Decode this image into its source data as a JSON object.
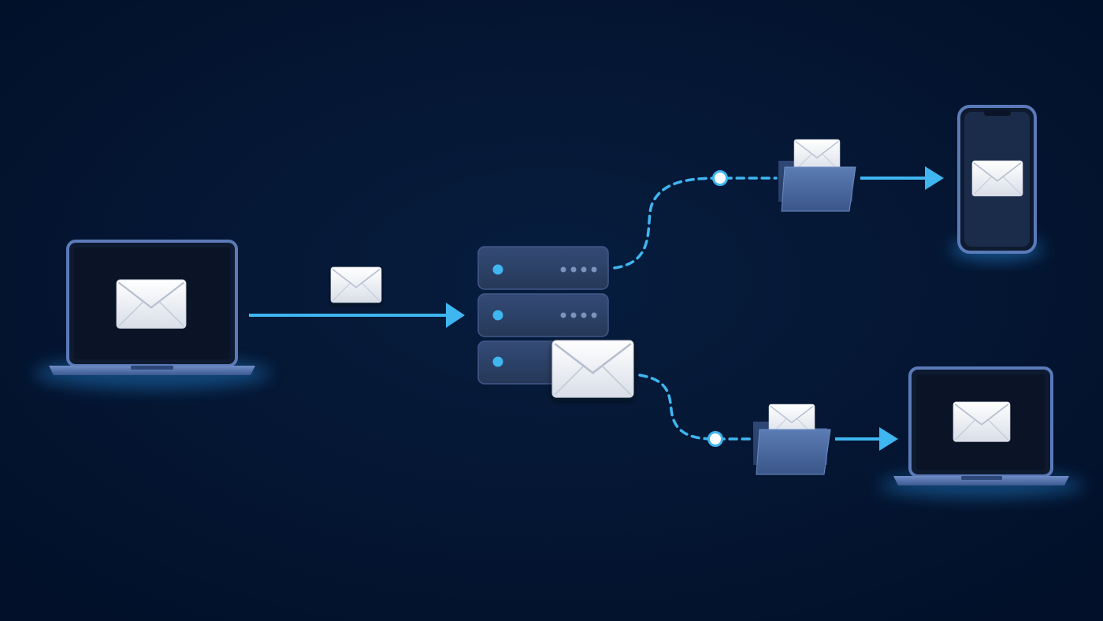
{
  "diagram": {
    "description_hidden": "",
    "nodes": [
      {
        "id": "sender",
        "kind": "laptop",
        "icon": "envelope-icon"
      },
      {
        "id": "mail-server",
        "kind": "server-stack",
        "units": 3
      },
      {
        "id": "mailbox-phone",
        "kind": "folder",
        "icon": "envelope-icon"
      },
      {
        "id": "mailbox-laptop",
        "kind": "folder",
        "icon": "envelope-icon"
      },
      {
        "id": "recipient-phone",
        "kind": "smartphone",
        "icon": "envelope-icon"
      },
      {
        "id": "recipient-laptop",
        "kind": "laptop",
        "icon": "envelope-icon"
      }
    ],
    "edges": [
      {
        "from": "sender",
        "to": "mail-server",
        "style": "solid-arrow"
      },
      {
        "from": "mail-server",
        "to": "mailbox-phone",
        "style": "dashed"
      },
      {
        "from": "mail-server",
        "to": "mailbox-laptop",
        "style": "dashed"
      },
      {
        "from": "mailbox-phone",
        "to": "recipient-phone",
        "style": "solid-arrow"
      },
      {
        "from": "mailbox-laptop",
        "to": "recipient-laptop",
        "style": "solid-arrow"
      }
    ]
  },
  "colors": {
    "background": "#031430",
    "accent": "#3fb6f0",
    "device-frame": "#5a7ab8",
    "device-screen": "#0e1a30",
    "server-body": "#2c4066",
    "folder": "#4a6aa2",
    "envelope": "#eef1f6"
  }
}
